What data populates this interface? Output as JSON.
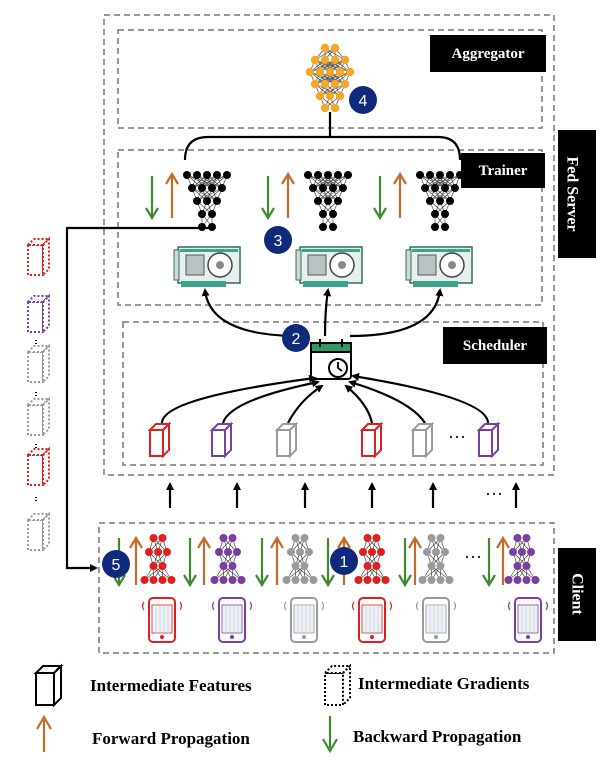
{
  "labels": {
    "aggregator": "Aggregator",
    "trainer": "Trainer",
    "scheduler": "Scheduler",
    "fed_server": "Fed Server",
    "client": "Client",
    "ellipsis": "···"
  },
  "steps": [
    "1",
    "2",
    "3",
    "4",
    "5"
  ],
  "legend": {
    "features": "Intermediate Features",
    "gradients": "Intermediate Gradients",
    "forward": "Forward Propagation",
    "backward": "Backward Propagation"
  },
  "colors": {
    "red": "#e02020",
    "purple": "#7a3fa0",
    "gray": "#9a9a9a",
    "forward": "#c46a2a",
    "backward": "#3f8a2e",
    "badge": "#0f2a7a",
    "node_orange": "#f4a828",
    "gpu_green": "#3aa58a",
    "calendar_green": "#2e9a66"
  },
  "client_colors": [
    "red",
    "purple",
    "gray",
    "red",
    "gray",
    "purple"
  ],
  "feature_colors": [
    "red",
    "purple",
    "gray",
    "red",
    "gray",
    "purple"
  ],
  "gradient_colors": [
    "red",
    "purple",
    "gray",
    "gray",
    "red",
    "gray",
    "gray",
    "purple"
  ]
}
